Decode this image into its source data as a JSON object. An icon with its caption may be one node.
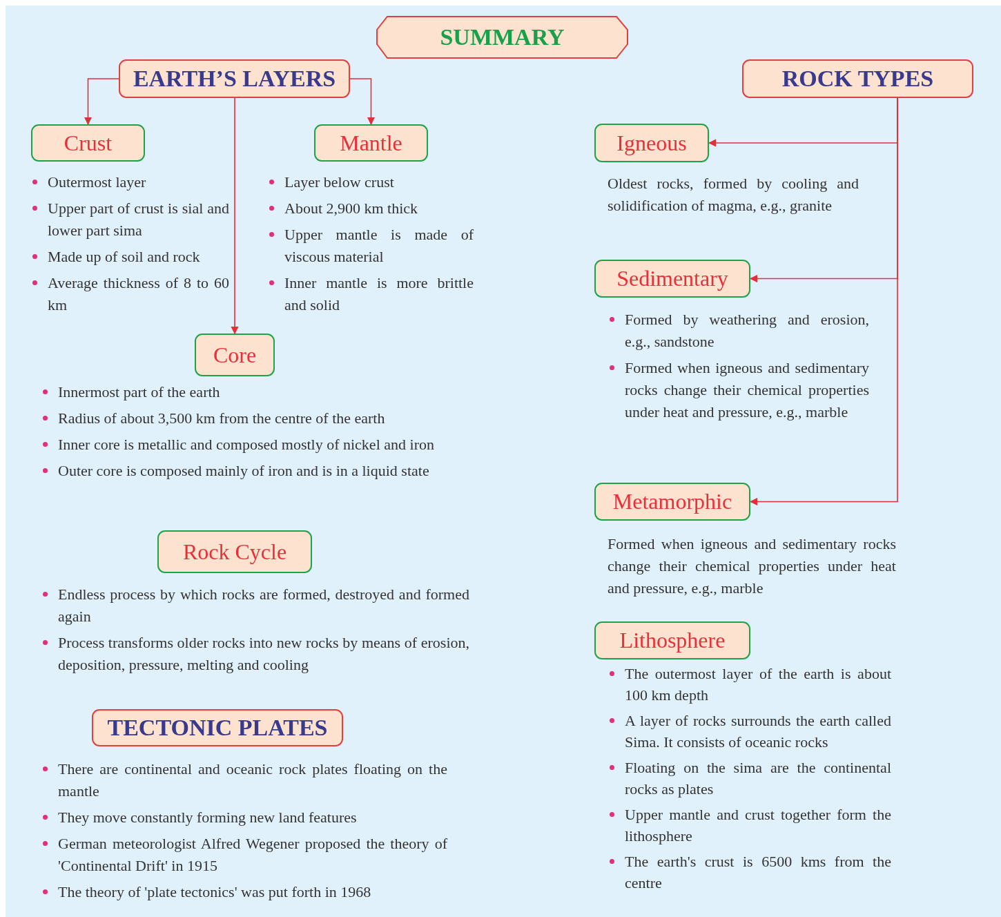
{
  "diagram": {
    "nodes": [
      {
        "text": [
          "SUMMARY"
        ]
      },
      {
        "text": [
          "EARTH’S LAYERS"
        ]
      },
      {
        "text": [
          "ROCK TYPES"
        ]
      },
      {
        "text": [
          "Crust"
        ],
        "beside": [
          "Outermost layer",
          "Upper part of crust is sial and lower part sima",
          "Made up of soil and rock",
          "Average thickness of 8 to 60 km"
        ]
      },
      {
        "text": [
          "Mantle"
        ],
        "beside": [
          "Layer below crust",
          "About 2,900 km thick",
          "Upper mantle is made of viscous material",
          "Inner mantle is more brittle and solid"
        ]
      },
      {
        "text": [
          "Igneous"
        ],
        "beside": [
          "Oldest rocks, formed by cooling and solidification of magma, e.g., granite"
        ]
      },
      {
        "text": [
          "Sedimentary"
        ],
        "beside": [
          "Formed by weathering and erosion, e.g., sandstone",
          "Formed when igneous and sedimentary rocks change their chemical properties under heat and pressure, e.g., marble"
        ]
      },
      {
        "text": [
          "Core"
        ],
        "beside": [
          "Innermost part of the earth",
          "Radius of about 3,500 km from the centre of the earth",
          "Inner core is metallic and composed mostly of nickel and iron",
          "Outer core is composed mainly of iron and is in a liquid state"
        ]
      },
      {
        "text": [
          "Metamorphic"
        ],
        "beside": [
          "Formed when igneous and sedimentary rocks change their chemical properties under heat and pressure, e.g., marble"
        ]
      },
      {
        "text": [
          "Rock Cycle"
        ],
        "beside": [
          "Endless process by which rocks are formed, destroyed and formed again",
          "Process transforms older rocks into new rocks by means of erosion, deposition, pressure, melting and cooling"
        ]
      },
      {
        "text": [
          "Lithosphere"
        ],
        "beside": [
          "The outermost layer of the earth is about 100 km depth",
          "A layer of rocks surrounds the earth called Sima. It consists of oceanic rocks",
          "Floating on the sima are the continental rocks as plates",
          "Upper mantle and crust together form the lithosphere",
          "The earth's crust is 6500 kms from the centre"
        ]
      },
      {
        "text": [
          "TECTONIC PLATES"
        ],
        "beside": [
          "There are continental and oceanic rock plates floating on the mantle",
          "They move constantly forming new land features",
          "German meteorologist Alfred Wegener proposed the theory of 'Continental Drift' in 1915",
          "The theory of 'plate tectonics' was put forth in 1968"
        ]
      }
    ],
    "edges": [
      {
        "from": 1,
        "to": 3,
        "arrow": "to"
      },
      {
        "from": 1,
        "to": 4,
        "arrow": "to"
      },
      {
        "from": 1,
        "to": 7,
        "arrow": "to"
      },
      {
        "from": 2,
        "to": 5,
        "arrow": "to"
      },
      {
        "from": 2,
        "to": 6,
        "arrow": "to"
      },
      {
        "from": 2,
        "to": 8,
        "arrow": "to"
      }
    ]
  }
}
